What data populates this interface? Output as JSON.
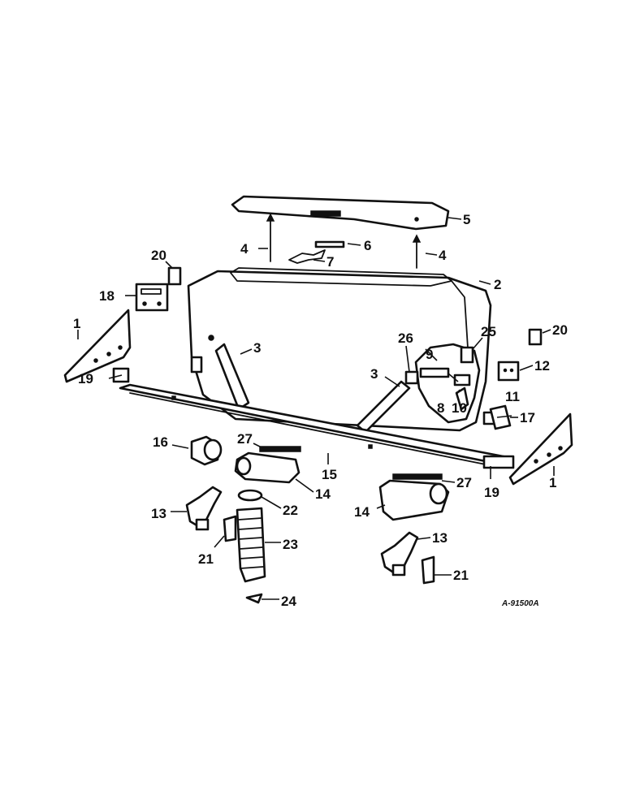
{
  "figure_ref": "A-91500A",
  "callouts": {
    "c1a": "1",
    "c1b": "1",
    "c2": "2",
    "c3a": "3",
    "c3b": "3",
    "c4a": "4",
    "c4b": "4",
    "c5": "5",
    "c6": "6",
    "c7": "7",
    "c8": "8",
    "c9": "9",
    "c10": "10",
    "c11": "11",
    "c12": "12",
    "c13a": "13",
    "c13b": "13",
    "c14a": "14",
    "c14b": "14",
    "c15": "15",
    "c16": "16",
    "c17": "17",
    "c18": "18",
    "c19a": "19",
    "c19b": "19",
    "c20a": "20",
    "c20b": "20",
    "c21a": "21",
    "c21b": "21",
    "c22": "22",
    "c23": "23",
    "c24": "24",
    "c25": "25",
    "c26": "26",
    "c27a": "27",
    "c27b": "27"
  },
  "colors": {
    "ink": "#111111",
    "paper": "#ffffff"
  }
}
